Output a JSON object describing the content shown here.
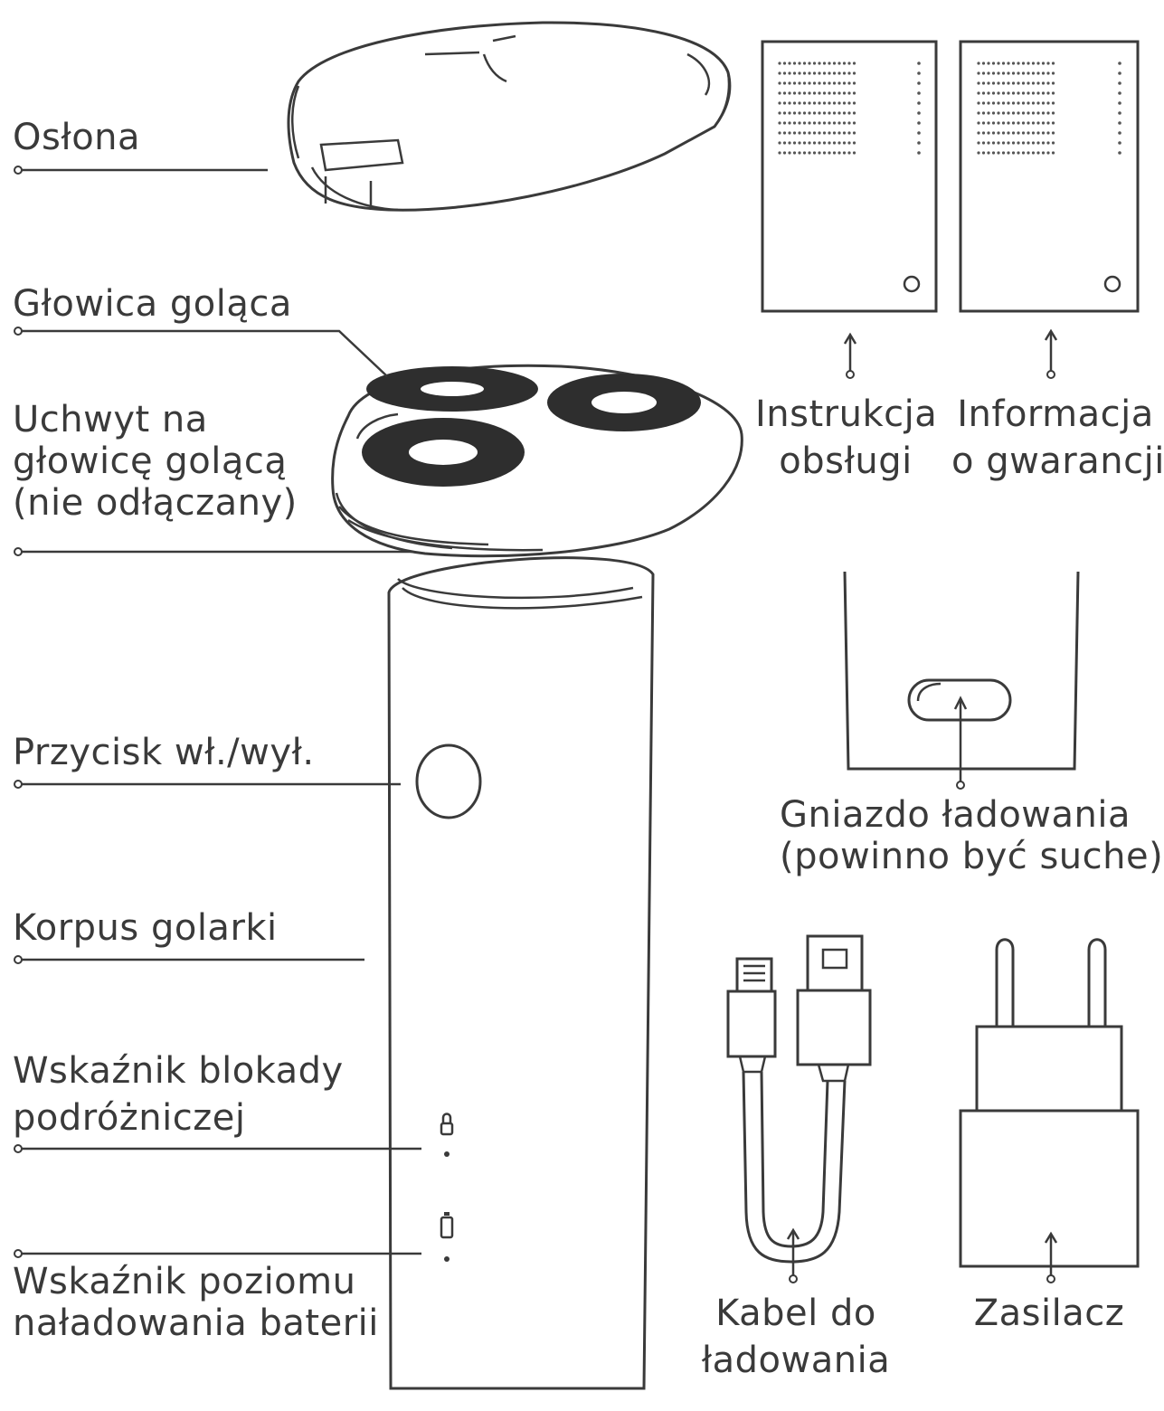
{
  "labels": {
    "oslona": "Osłona",
    "glowica": "Głowica goląca",
    "uchwyt": [
      "Uchwyt na",
      "głowicę golącą",
      "(nie odłączany)"
    ],
    "przycisk": "Przycisk wł./wył.",
    "korpus": "Korpus golarki",
    "blokada": [
      "Wskaźnik blokady",
      "podróżniczej"
    ],
    "bateria": [
      "Wskaźnik poziomu",
      "naładowania baterii"
    ],
    "instrukcja": [
      "Instrukcja",
      "obsługi"
    ],
    "gwarancja": [
      "Informacja",
      "o gwarancji"
    ],
    "gniazdo": [
      "Gniazdo ładowania",
      "(powinno być suche)"
    ],
    "kabel": [
      "Kabel do",
      "ładowania"
    ],
    "zasilacz": "Zasilacz"
  },
  "colors": {
    "line": "#3a3a3a",
    "text": "#3a3a3a",
    "background": "#ffffff"
  }
}
